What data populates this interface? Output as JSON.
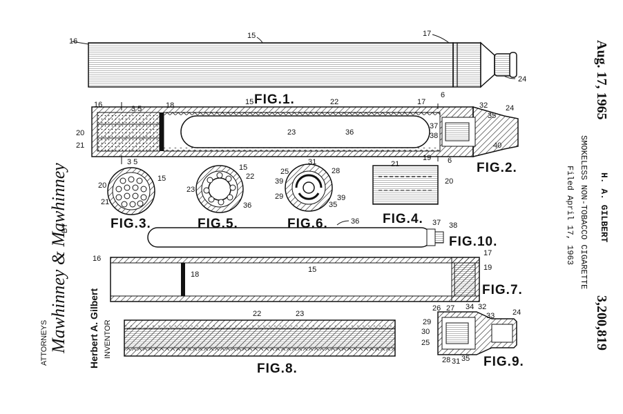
{
  "header": {
    "date": "Aug. 17, 1965",
    "inventor_line": "H. A. GILBERT",
    "title": "SMOKELESS NON-TOBACCO CIGARETTE",
    "filed": "Filed April 17, 1963",
    "patent_number": "3,200,819"
  },
  "signature": {
    "inventor_label": "INVENTOR",
    "inventor_name": "Herbert A. Gilbert",
    "by": "BY",
    "attorneys_signature": "Mawhinney & Mawhinney",
    "attorneys_label": "ATTORNEYS"
  },
  "figures": {
    "fig1": "FIG.1.",
    "fig2": "FIG.2.",
    "fig3": "FIG.3.",
    "fig4": "FIG.4.",
    "fig5": "FIG.5.",
    "fig6": "FIG.6.",
    "fig7": "FIG.7.",
    "fig8": "FIG.8.",
    "fig9": "FIG.9.",
    "fig10": "FIG.10."
  },
  "refs": {
    "r15": "15",
    "r16": "16",
    "r17": "17",
    "r18": "18",
    "r19": "19",
    "r20": "20",
    "r21": "21",
    "r22": "22",
    "r23": "23",
    "r24": "24",
    "r25": "25",
    "r26": "26",
    "r27": "27",
    "r28": "28",
    "r29": "29",
    "r30": "30",
    "r31": "31",
    "r32": "32",
    "r33": "33",
    "r34": "34",
    "r35": "35",
    "r36": "36",
    "r37": "37",
    "r38": "38",
    "r39": "39",
    "r40": "40",
    "r6": "6",
    "sec35": "3  5"
  },
  "colors": {
    "ink": "#111111",
    "paper": "#ffffff"
  }
}
